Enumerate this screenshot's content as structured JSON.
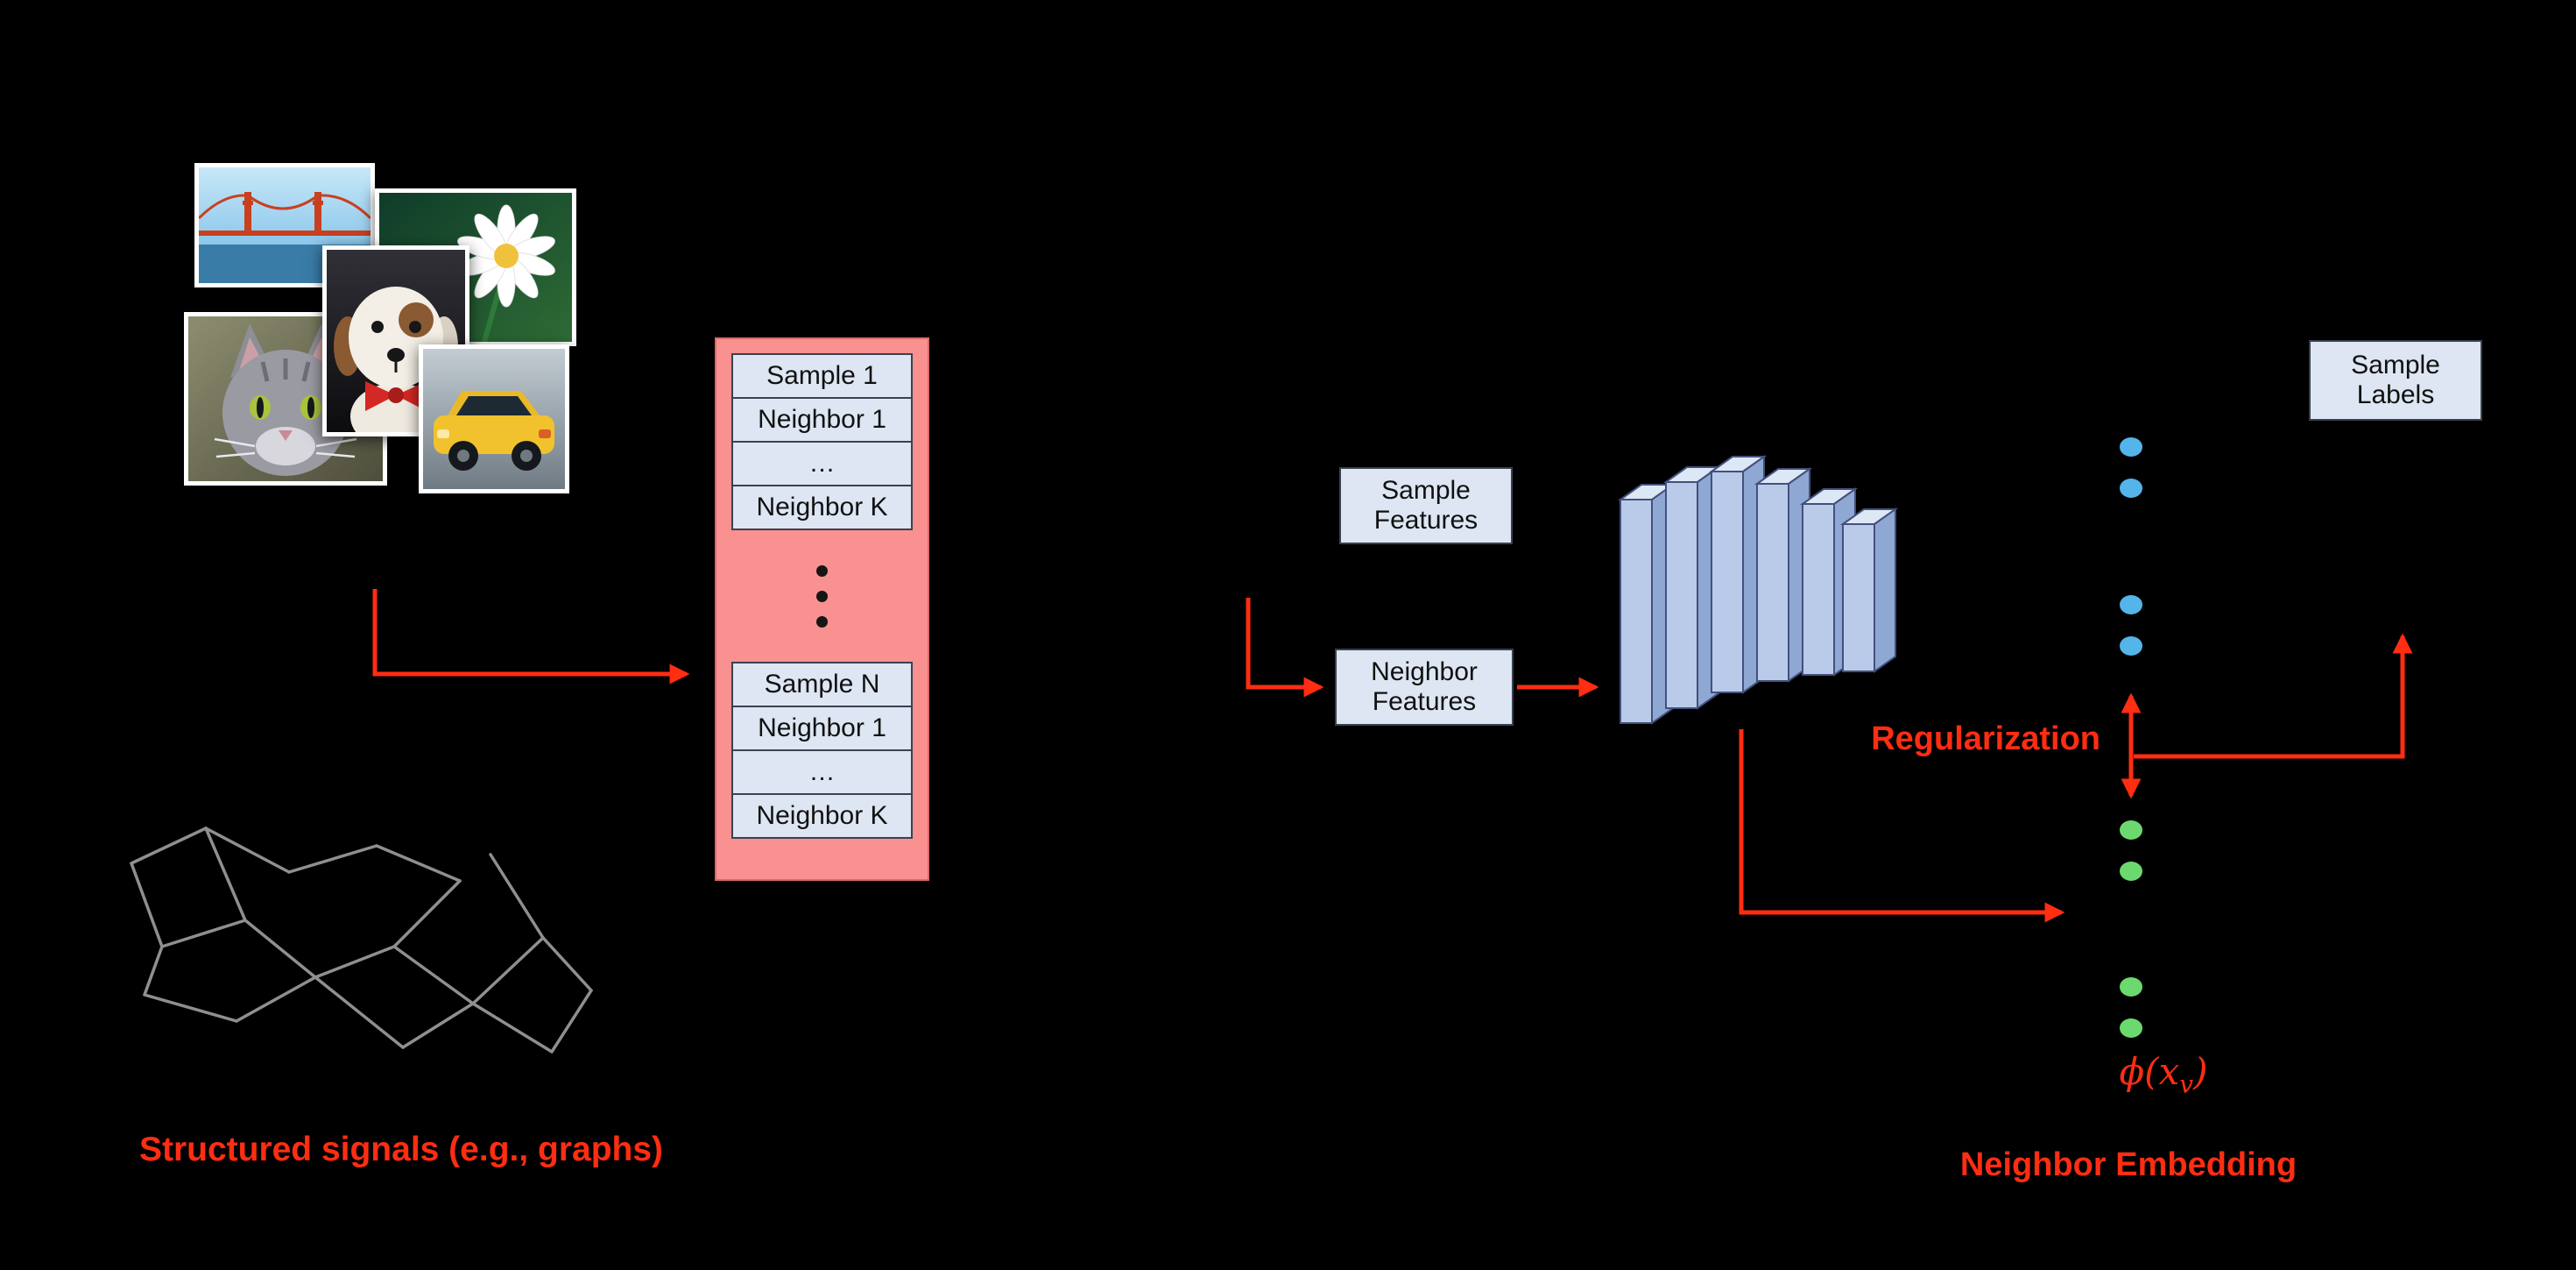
{
  "colors": {
    "background": "#000000",
    "accent_red": "#ff2d12",
    "pink_box_fill": "#f8918f",
    "pink_box_border": "#db6a64",
    "row_fill": "#dde6f2",
    "row_border": "#3a4150",
    "nn_front": "#b9cbe8",
    "nn_top": "#dde8f6",
    "nn_side": "#8fa7d3",
    "nn_edge": "#44507c",
    "blue_dot": "#53b5e9",
    "green_dot": "#6cd96e",
    "graph_edge": "#8f8f8f",
    "photo_border": "#ffffff"
  },
  "photos": {
    "items": [
      "golden-gate-bridge",
      "daisy-flower",
      "cat",
      "dog-with-bow",
      "yellow-sports-car"
    ]
  },
  "batch": {
    "rows_top": [
      "Sample 1",
      "Neighbor 1",
      "…",
      "Neighbor K"
    ],
    "rows_bottom": [
      "Sample N",
      "Neighbor 1",
      "…",
      "Neighbor K"
    ]
  },
  "boxes": {
    "sample_features": "Sample Features",
    "neighbor_features": "Neighbor Features",
    "sample_labels": "Sample Labels"
  },
  "labels": {
    "structured_signals": "Structured signals (e.g., graphs)",
    "regularization": "Regularization",
    "neighbor_embedding": "Neighbor Embedding",
    "phi_open": "ϕ(x",
    "phi_sub": "v",
    "phi_close": ")"
  }
}
